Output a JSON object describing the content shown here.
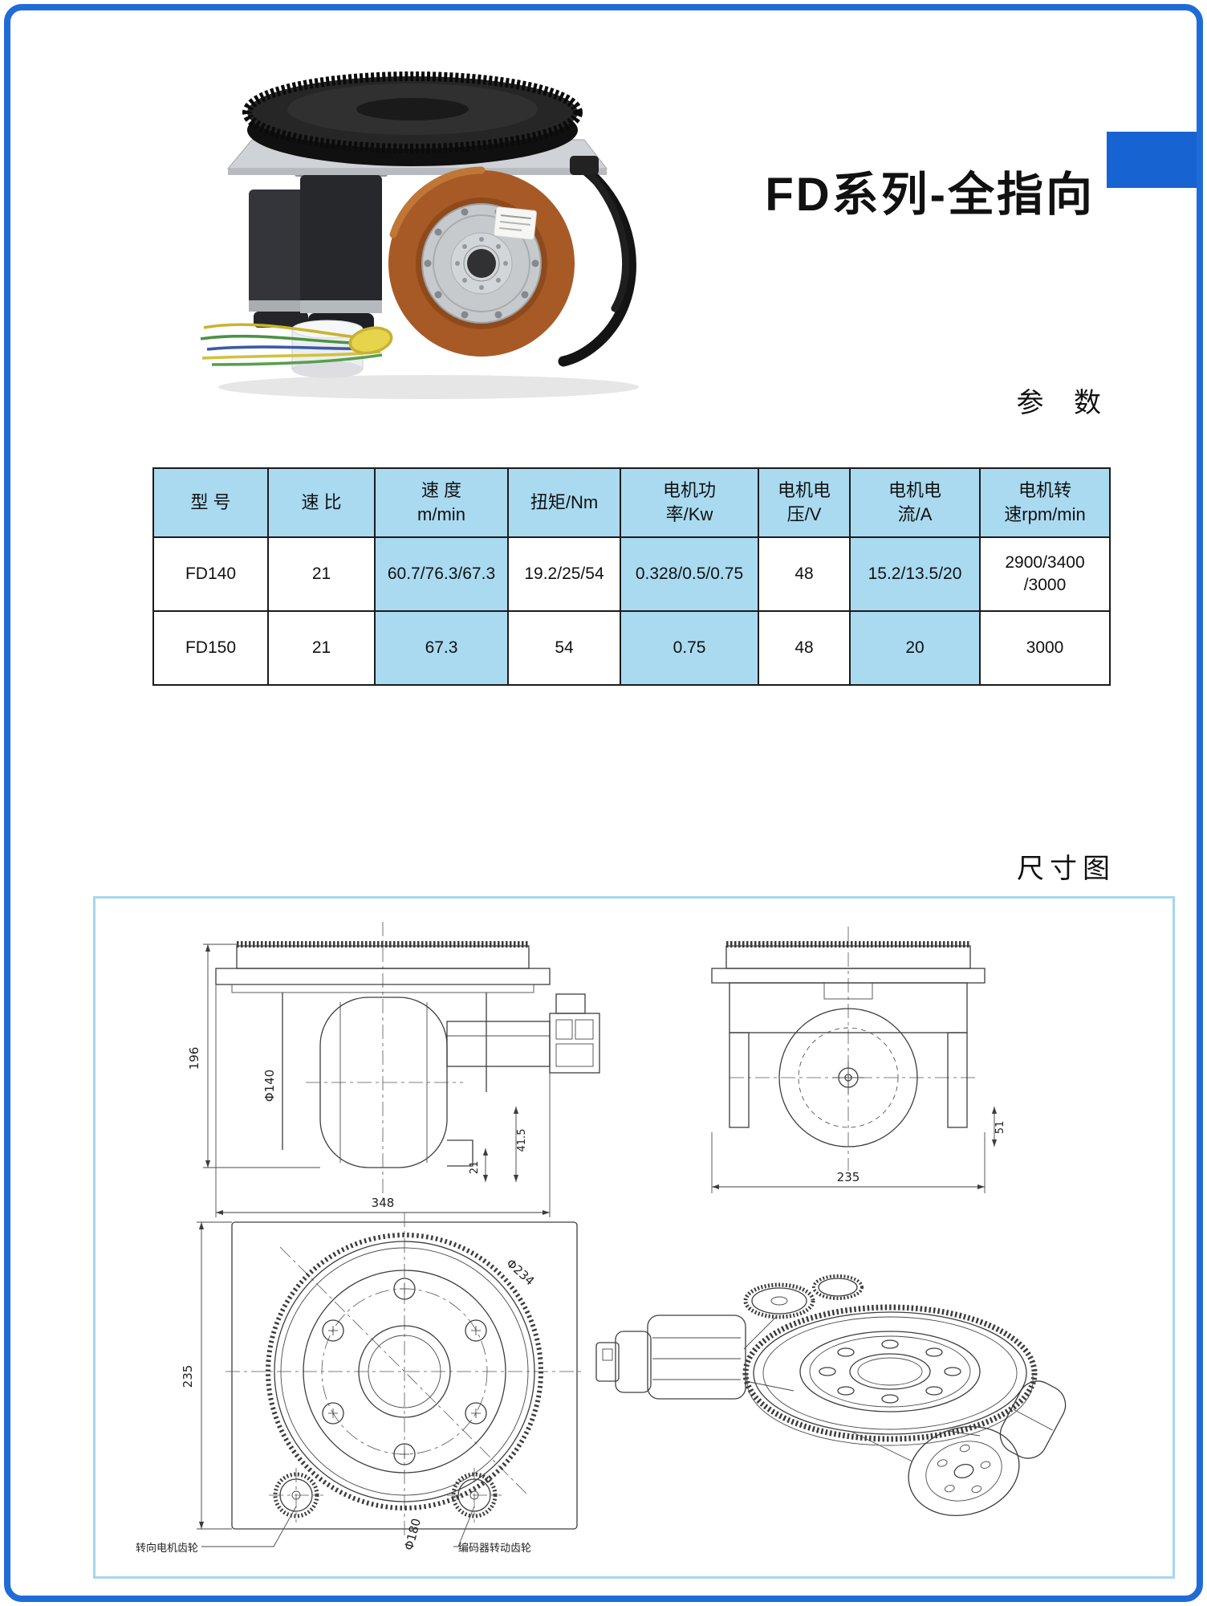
{
  "header": {
    "title": "FD系列-全指向"
  },
  "sections": {
    "params_label": "参 数",
    "dims_label": "尺寸图"
  },
  "table": {
    "headers": [
      "型 号",
      "速 比",
      "速 度\nm/min",
      "扭矩/Nm",
      "电机功\n率/Kw",
      "电机电\n压/V",
      "电机电\n流/A",
      "电机转\n速rpm/min"
    ],
    "rows": [
      [
        "FD140",
        "21",
        "60.7/76.3/67.3",
        "19.2/25/54",
        "0.328/0.5/0.75",
        "48",
        "15.2/13.5/20",
        "2900/3400\n/3000"
      ],
      [
        "FD150",
        "21",
        "67.3",
        "54",
        "0.75",
        "48",
        "20",
        "3000"
      ]
    ]
  },
  "drawing": {
    "side_view": {
      "height": "196",
      "wheel_dia": "Φ140",
      "width": "348",
      "dim_a": "41.5",
      "dim_b": "21"
    },
    "front_view": {
      "width": "235",
      "dim_side": "51"
    },
    "top_view": {
      "height": "235",
      "gear_dia": "Φ234",
      "inner_dia": "Φ180",
      "label_steering_gear": "转向电机齿轮",
      "label_encoder_gear": "编码器转动齿轮"
    }
  },
  "colors": {
    "accent_blue": "#1763d2",
    "frame_blue": "#1f6cd6",
    "table_highlight": "#a9daf0",
    "drawing_border": "#a5d8ec"
  }
}
